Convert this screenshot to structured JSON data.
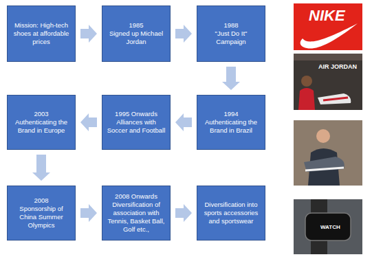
{
  "diagram": {
    "nodes": [
      {
        "text": [
          "Mission: High-tech shoes at affordable prices"
        ]
      },
      {
        "text": [
          "1985",
          "Signed up Michael Jordan"
        ]
      },
      {
        "text": [
          "1988",
          "\"Just Do It\" Campaign"
        ]
      },
      {
        "text": [
          "1994",
          "Authenticating the Brand in Brazil"
        ]
      },
      {
        "text": [
          "1995 Onwards",
          "Alliances with Soccer and Football"
        ]
      },
      {
        "text": [
          "2003",
          "Authenticating the Brand in Europe"
        ]
      },
      {
        "text": [
          "2008",
          "Sponsorship of China Summer Olympics"
        ]
      },
      {
        "text": [
          "2008 Onwards",
          "Diversification of association with Tennis, Basket Ball, Golf etc.,"
        ]
      },
      {
        "text": [
          "Diversification into sports accessories and sportswear"
        ]
      }
    ],
    "edges": [
      {
        "from": 0,
        "to": 1,
        "arrow": "to"
      },
      {
        "from": 1,
        "to": 2,
        "arrow": "to"
      },
      {
        "from": 2,
        "to": 3,
        "arrow": "to"
      },
      {
        "from": 3,
        "to": 4,
        "arrow": "to"
      },
      {
        "from": 4,
        "to": 5,
        "arrow": "to"
      },
      {
        "from": 5,
        "to": 6,
        "arrow": "to"
      },
      {
        "from": 6,
        "to": 7,
        "arrow": "to"
      },
      {
        "from": 7,
        "to": 8,
        "arrow": "to"
      }
    ],
    "labels": [
      "NIKE",
      "AIR JORDAN",
      "WATCH"
    ]
  }
}
